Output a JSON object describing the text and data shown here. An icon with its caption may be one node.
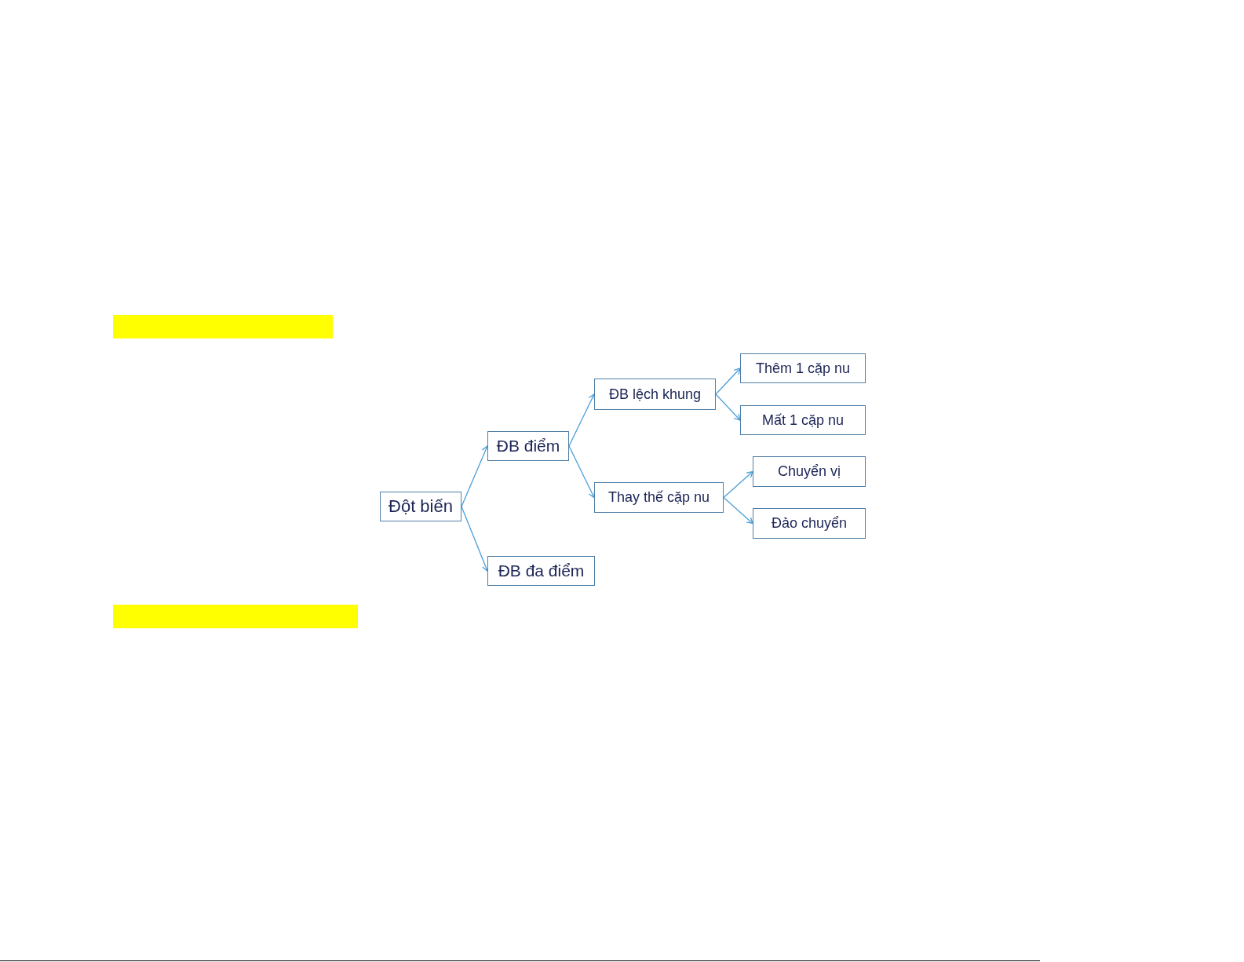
{
  "diagram": {
    "nodes": [
      {
        "text": [
          "Đột biến"
        ]
      },
      {
        "text": [
          "ĐB điểm"
        ]
      },
      {
        "text": [
          "ĐB đa điểm"
        ]
      },
      {
        "text": [
          "ĐB lệch khung"
        ]
      },
      {
        "text": [
          "Thay thế cặp nu"
        ]
      },
      {
        "text": [
          "Thêm 1 cặp nu"
        ]
      },
      {
        "text": [
          "Mất 1 cặp nu"
        ]
      },
      {
        "text": [
          "Chuyển vị"
        ]
      },
      {
        "text": [
          "Đảo chuyển"
        ]
      }
    ],
    "edges": [
      {
        "from": 0,
        "to": 1,
        "arrow": "to"
      },
      {
        "from": 0,
        "to": 2,
        "arrow": "to"
      },
      {
        "from": 1,
        "to": 3,
        "arrow": "to"
      },
      {
        "from": 1,
        "to": 4,
        "arrow": "to"
      },
      {
        "from": 3,
        "to": 5,
        "arrow": "to"
      },
      {
        "from": 3,
        "to": 6,
        "arrow": "to"
      },
      {
        "from": 4,
        "to": 7,
        "arrow": "to"
      },
      {
        "from": 4,
        "to": 8,
        "arrow": "to"
      }
    ]
  }
}
